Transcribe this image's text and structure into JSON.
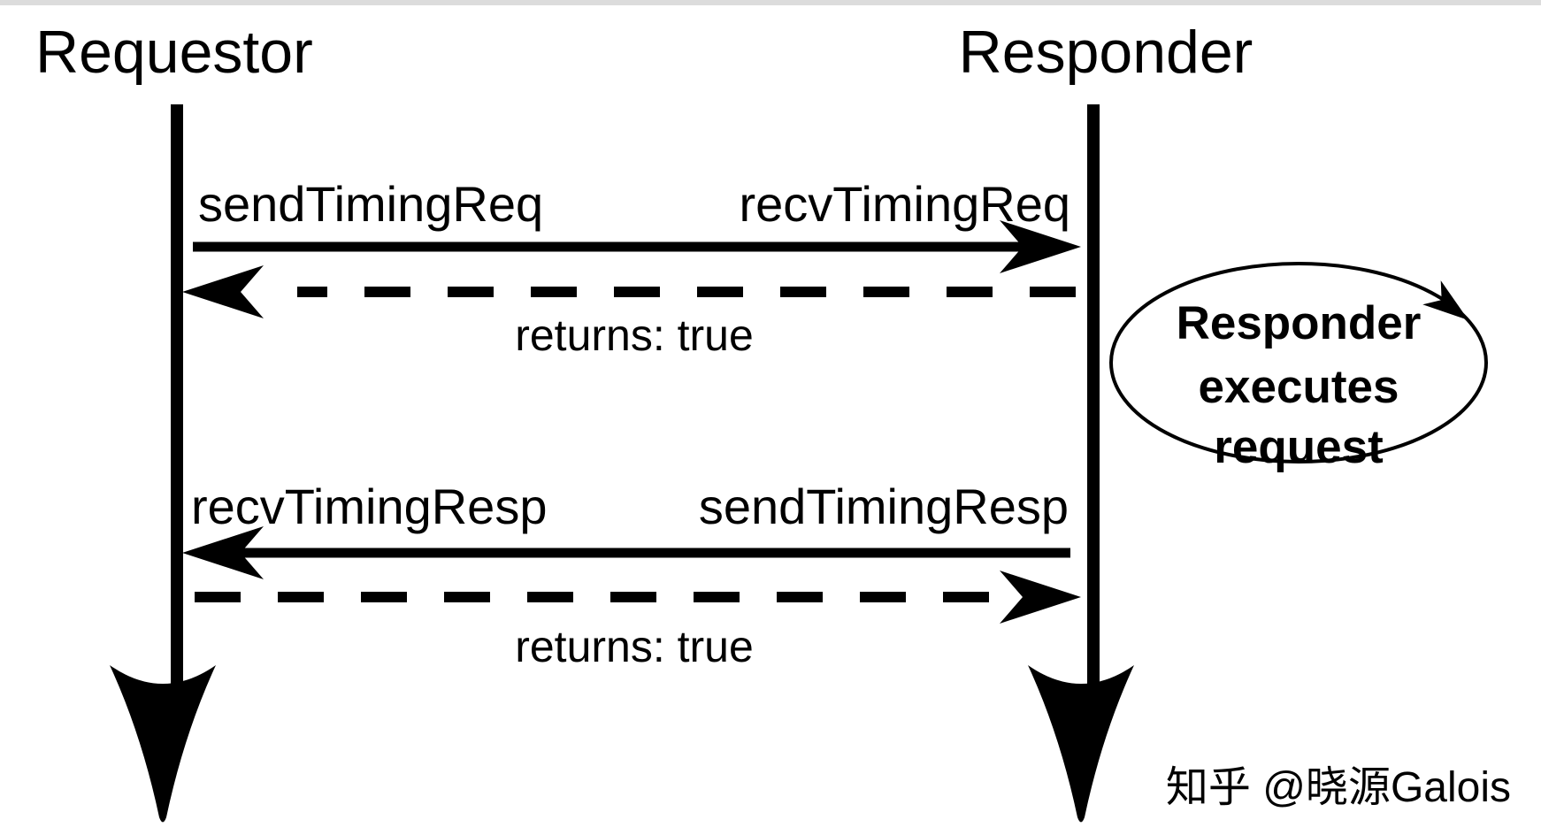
{
  "diagram_type": "sequence-diagram",
  "actors": [
    {
      "name": "Requestor"
    },
    {
      "name": "Responder"
    }
  ],
  "messages": [
    {
      "from": "Requestor",
      "to": "Responder",
      "style": "solid",
      "label_sender": "sendTimingReq",
      "label_receiver": "recvTimingReq"
    },
    {
      "from": "Responder",
      "to": "Requestor",
      "style": "dashed",
      "label": "returns: true"
    },
    {
      "from": "Responder",
      "to": "Requestor",
      "style": "solid",
      "label_sender": "sendTimingResp",
      "label_receiver": "recvTimingResp"
    },
    {
      "from": "Requestor",
      "to": "Responder",
      "style": "dashed",
      "label": "returns: true"
    }
  ],
  "annotation": {
    "line1": "Responder",
    "line2": "executes",
    "line3": "request"
  },
  "watermark": {
    "text": "知乎 @晓源Galois",
    "color": "#aaaaaa"
  },
  "colors": {
    "ink": "#000000",
    "background": "#ffffff",
    "edge_artifact": "#dcdcdc"
  }
}
